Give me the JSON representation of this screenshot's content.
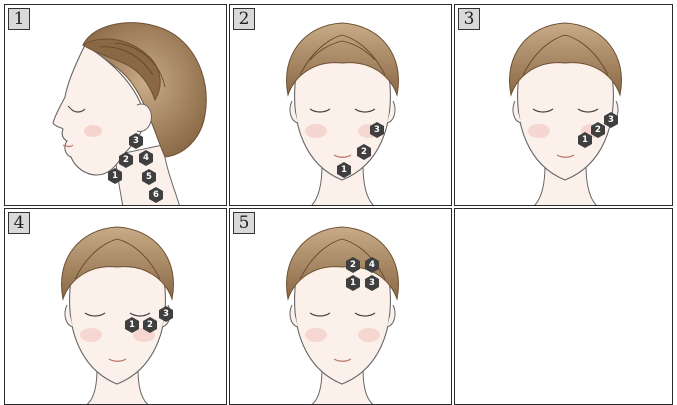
{
  "panels": [
    {
      "label": "1",
      "view": "side",
      "points": [
        "3",
        "2",
        "4",
        "1",
        "5",
        "6"
      ]
    },
    {
      "label": "2",
      "view": "front",
      "points": [
        "3",
        "2",
        "1"
      ]
    },
    {
      "label": "3",
      "view": "front",
      "points": [
        "3",
        "2",
        "1"
      ]
    },
    {
      "label": "4",
      "view": "front",
      "points": [
        "3",
        "1",
        "2"
      ]
    },
    {
      "label": "5",
      "view": "front",
      "points": [
        "2",
        "4",
        "1",
        "3"
      ]
    },
    {
      "label": "",
      "view": "empty",
      "points": []
    }
  ],
  "colors": {
    "hair": "#8a6845",
    "hair_light": "#c8ab88",
    "skin": "#fbf1ea",
    "blush": "#f3c7c2",
    "badge": "#3f3f3f",
    "line": "#555555"
  }
}
